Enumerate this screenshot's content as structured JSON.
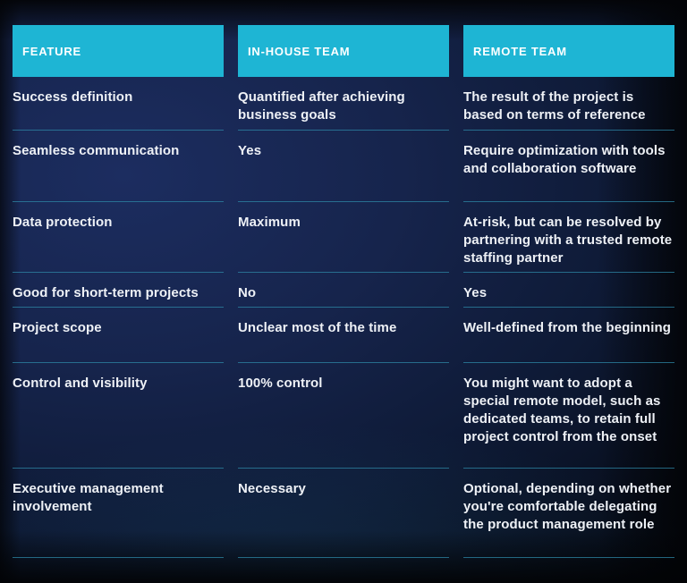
{
  "chart_data": {
    "type": "table",
    "columns": [
      "FEATURE",
      "IN-HOUSE TEAM",
      "REMOTE TEAM"
    ],
    "rows": [
      [
        "Success definition",
        "Quantified after achieving business goals",
        "The result of the project is based on terms of reference"
      ],
      [
        "Seamless communication",
        "Yes",
        "Require optimization with tools and collaboration software"
      ],
      [
        "Data protection",
        "Maximum",
        "At-risk, but can be resolved by partnering with a trusted remote staffing partner"
      ],
      [
        "Good for short-term projects",
        "No",
        "Yes"
      ],
      [
        "Project scope",
        "Unclear most of the time",
        "Well-defined from the beginning"
      ],
      [
        "Control and visibility",
        "100% control",
        "You might want to adopt a special remote model, such as dedicated teams, to retain full project control from the onset"
      ],
      [
        "Executive management involvement",
        "Necessary",
        "Optional, depending on whether you're comfortable delegating the product management role"
      ]
    ]
  },
  "colors": {
    "header_bg": "#1eb5d4",
    "header_text": "#ffffff",
    "body_text": "#eef1f6",
    "divider": "#2d87a6",
    "background_blue": "#16244c",
    "background_edge": "#04070c"
  }
}
